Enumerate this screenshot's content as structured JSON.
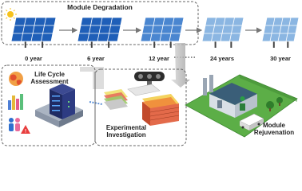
{
  "module_degradation": {
    "title": "Module Degradation",
    "stages": [
      "0 year",
      "6 year",
      "12 year",
      "24 years",
      "30 year"
    ]
  },
  "lca": {
    "line1": "Life Cycle",
    "line2": "Assessment"
  },
  "experimental": {
    "line1": "Experimental",
    "line2": "Investigation"
  },
  "rejuvenation": {
    "line1": "Module",
    "line2": "Rejuvenation"
  },
  "colors": {
    "panel_fresh": "#1f5fb8",
    "panel_mid": "#4a86d0",
    "panel_old": "#8bb6e2",
    "frame_border": "#555555",
    "arrow": "#777777",
    "ground": "#5cae47"
  }
}
